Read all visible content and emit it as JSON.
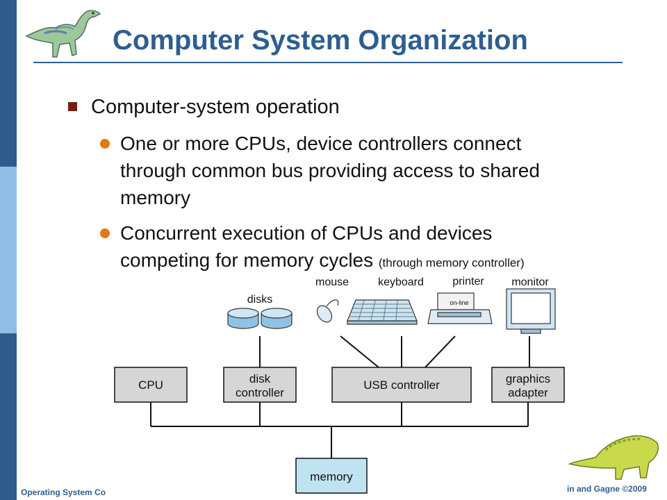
{
  "slide": {
    "title": "Computer System Organization",
    "bullet": "Computer-system operation",
    "sub_bullets": [
      {
        "lines": [
          "One or more CPUs, device controllers connect",
          "through common bus providing access to shared",
          "memory"
        ]
      },
      {
        "lines": [
          "Concurrent execution of CPUs and devices",
          "competing for memory cycles"
        ],
        "note": "(through memory controller)"
      }
    ]
  },
  "diagram": {
    "devices": {
      "disks": "disks",
      "mouse": "mouse",
      "keyboard": "keyboard",
      "printer": "printer",
      "printer_badge": "on-line",
      "monitor": "monitor"
    },
    "boxes": {
      "cpu": "CPU",
      "disk_controller": [
        "disk",
        "controller"
      ],
      "usb_controller": "USB controller",
      "graphics_adapter": [
        "graphics",
        "adapter"
      ],
      "memory": "memory"
    }
  },
  "footer": {
    "left": "Operating System Co",
    "right": "in and Gagne ©2009"
  },
  "colors": {
    "title": "#2d5e8f",
    "square_bullet": "#7a1d0c",
    "dot_bullet": "#e07a12",
    "box_fill": "#d6d6d6",
    "memory_fill": "#bfe3f0"
  }
}
